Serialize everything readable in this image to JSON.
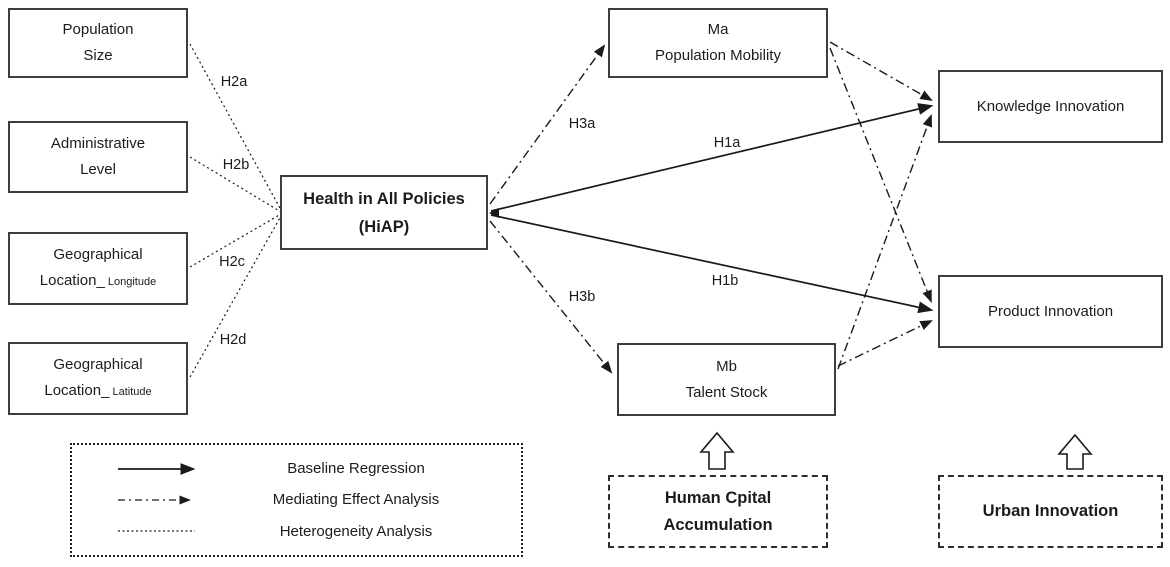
{
  "nodes": {
    "population_size": {
      "line1": "Population",
      "line2": "Size"
    },
    "administrative_level": {
      "line1": "Administrative",
      "line2": "Level"
    },
    "geo_longitude": {
      "line1": "Geographical",
      "line2": "Location_",
      "sub": " Longitude"
    },
    "geo_latitude": {
      "line1": "Geographical",
      "line2": "Location_",
      "sub": " Latitude"
    },
    "hiap": {
      "line1": "Health in All Policies",
      "line2": "(HiAP)"
    },
    "ma": {
      "line1": "Ma",
      "line2": "Population Mobility"
    },
    "mb": {
      "line1": "Mb",
      "line2": "Talent Stock"
    },
    "knowledge_innovation": {
      "line1": "Knowledge Innovation"
    },
    "product_innovation": {
      "line1": "Product Innovation"
    },
    "human_capital": {
      "line1": "Human Cpital",
      "line2": "Accumulation"
    },
    "urban_innovation": {
      "line1": "Urban Innovation"
    }
  },
  "edge_labels": {
    "h2a": "H2a",
    "h2b": "H2b",
    "h2c": "H2c",
    "h2d": "H2d",
    "h3a": "H3a",
    "h3b": "H3b",
    "h1a": "H1a",
    "h1b": "H1b"
  },
  "legend": {
    "items": [
      {
        "style": "solid-arrow",
        "label": "Baseline Regression"
      },
      {
        "style": "dashdot-arrow",
        "label": "Mediating Effect Analysis"
      },
      {
        "style": "dotted-line",
        "label": "Heterogeneity Analysis"
      }
    ]
  },
  "colors": {
    "line": "#1a1a1a",
    "border": "#3d3d3d",
    "text": "#1c1c1c",
    "background": "#ffffff"
  }
}
